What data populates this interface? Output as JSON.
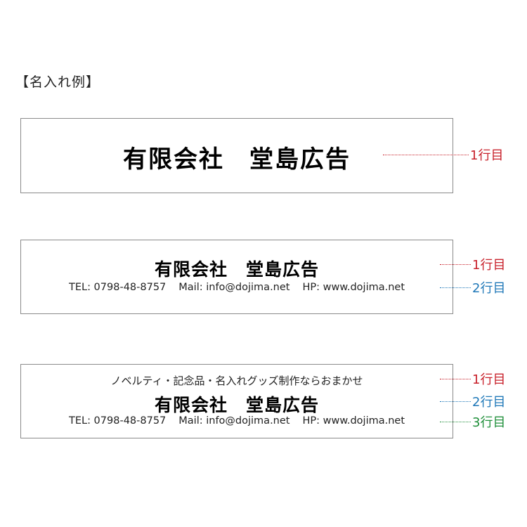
{
  "heading": "【名入れ例】",
  "colors": {
    "line1": "#c8202a",
    "line2": "#1f78b8",
    "line3": "#1f8f3a",
    "border": "#8a8a8a"
  },
  "examples": [
    {
      "lines": {
        "name": "有限会社　堂島広告"
      },
      "callouts": [
        "1行目"
      ]
    },
    {
      "lines": {
        "name": "有限会社　堂島広告",
        "tel": "TEL: 0798-48-8757",
        "mail": "Mail: info@dojima.net",
        "hp": "HP: www.dojima.net"
      },
      "callouts": [
        "1行目",
        "2行目"
      ]
    },
    {
      "lines": {
        "catch": "ノベルティ・記念品・名入れグッズ制作ならおまかせ",
        "name": "有限会社　堂島広告",
        "tel": "TEL: 0798-48-8757",
        "mail": "Mail: info@dojima.net",
        "hp": "HP: www.dojima.net"
      },
      "callouts": [
        "1行目",
        "2行目",
        "3行目"
      ]
    }
  ]
}
